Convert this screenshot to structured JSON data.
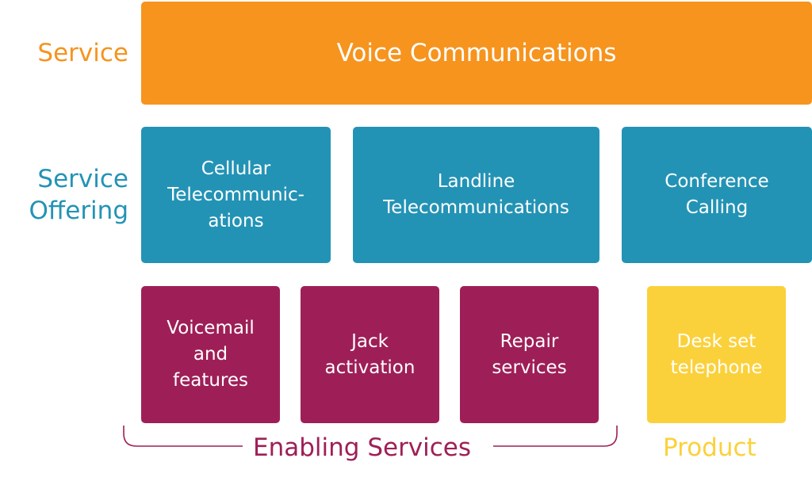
{
  "colors": {
    "service": "#f6941e",
    "offering": "#2393b5",
    "enabling": "#9e1f57",
    "product": "#fbd13b"
  },
  "row_labels": {
    "service": "Service",
    "offering": "Service\nOffering"
  },
  "service": {
    "label": "Voice Communications"
  },
  "offerings": [
    {
      "label": "Cellular\nTelecommunic-\nations"
    },
    {
      "label": "Landline\nTelecommunications"
    },
    {
      "label": "Conference\nCalling"
    }
  ],
  "enabling_services": [
    {
      "label": "Voicemail\nand\nfeatures"
    },
    {
      "label": "Jack\nactivation"
    },
    {
      "label": "Repair\nservices"
    }
  ],
  "product": {
    "label": "Desk set\ntelephone"
  },
  "bottom_labels": {
    "enabling": "Enabling Services",
    "product": "Product"
  }
}
